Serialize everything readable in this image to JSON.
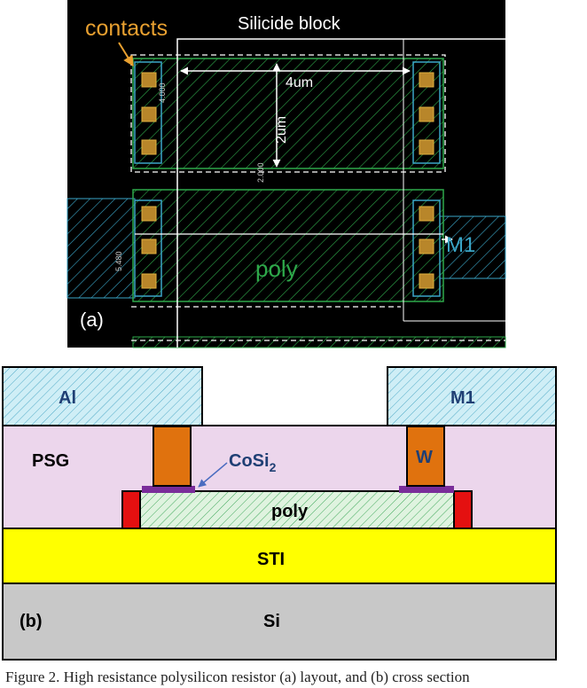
{
  "layout_view": {
    "panel_label": "(a)",
    "contacts_label": "contacts",
    "silicide_block_label": "Silicide block",
    "width_label": "4um",
    "height_label": "2um",
    "dim_4": "4.000",
    "dim_2": "2.000",
    "dim_5": "5.480",
    "poly_label": "poly",
    "metal_label": "M1",
    "colors": {
      "background": "#000000",
      "contacts_text": "#e8a030",
      "poly": "#2ea84a",
      "metal": "#3aa6c8",
      "contact_fill": "#b8862a"
    }
  },
  "cross_section": {
    "panel_label": "(b)",
    "al_label": "Al",
    "m1_label": "M1",
    "psg_label": "PSG",
    "cosi_label": "CoSi",
    "cosi_sub": "2",
    "w_label": "W",
    "poly_label": "poly",
    "sti_label": "STI",
    "si_label": "Si",
    "colors": {
      "psg": "#ecd6ec",
      "metal_hatch": "#b9e2ee",
      "contact_plug": "#e0720e",
      "cosi": "#7a2d9a",
      "spacer": "#e41010",
      "poly_hatch": "#c5e8c5",
      "sti": "#ffff00",
      "si": "#c8c8c8"
    }
  },
  "caption": "Figure 2. High resistance polysilicon resistor (a) layout, and (b) cross section"
}
